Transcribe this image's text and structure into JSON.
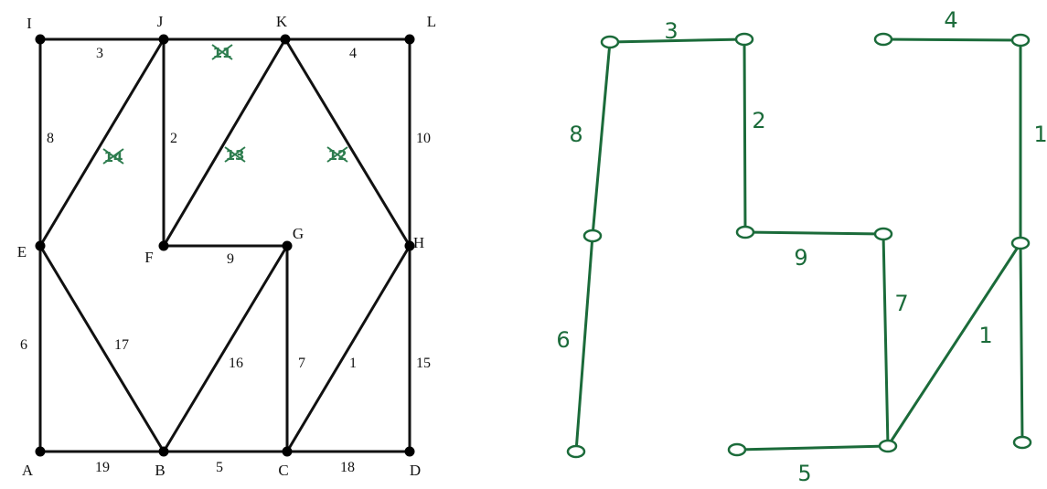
{
  "graph": {
    "vertices": [
      {
        "id": "I",
        "label": "I"
      },
      {
        "id": "J",
        "label": "J"
      },
      {
        "id": "K",
        "label": "K"
      },
      {
        "id": "L",
        "label": "L"
      },
      {
        "id": "E",
        "label": "E"
      },
      {
        "id": "F",
        "label": "F"
      },
      {
        "id": "G",
        "label": "G"
      },
      {
        "id": "H",
        "label": "H"
      },
      {
        "id": "A",
        "label": "A"
      },
      {
        "id": "B",
        "label": "B"
      },
      {
        "id": "C",
        "label": "C"
      },
      {
        "id": "D",
        "label": "D"
      }
    ],
    "edges": [
      {
        "from": "I",
        "to": "J",
        "weight": "3"
      },
      {
        "from": "J",
        "to": "K",
        "weight": "11",
        "crossed": true
      },
      {
        "from": "K",
        "to": "L",
        "weight": "4"
      },
      {
        "from": "I",
        "to": "E",
        "weight": "8"
      },
      {
        "from": "J",
        "to": "E",
        "weight": "14",
        "crossed": true
      },
      {
        "from": "J",
        "to": "F",
        "weight": "2"
      },
      {
        "from": "K",
        "to": "F",
        "weight": "13",
        "crossed": true
      },
      {
        "from": "K",
        "to": "H",
        "weight": "12",
        "crossed": true
      },
      {
        "from": "L",
        "to": "H",
        "weight": "10"
      },
      {
        "from": "F",
        "to": "G",
        "weight": "9"
      },
      {
        "from": "E",
        "to": "A",
        "weight": "6"
      },
      {
        "from": "E",
        "to": "B",
        "weight": "17"
      },
      {
        "from": "B",
        "to": "G",
        "weight": "16"
      },
      {
        "from": "G",
        "to": "C",
        "weight": "7"
      },
      {
        "from": "C",
        "to": "H",
        "weight": "1"
      },
      {
        "from": "H",
        "to": "D",
        "weight": "15"
      },
      {
        "from": "A",
        "to": "B",
        "weight": "19"
      },
      {
        "from": "B",
        "to": "C",
        "weight": "5"
      },
      {
        "from": "C",
        "to": "D",
        "weight": "18"
      }
    ]
  },
  "tree": {
    "labels": [
      "3",
      "4",
      "8",
      "2",
      "1",
      "9",
      "7",
      "6",
      "1",
      "5"
    ]
  }
}
